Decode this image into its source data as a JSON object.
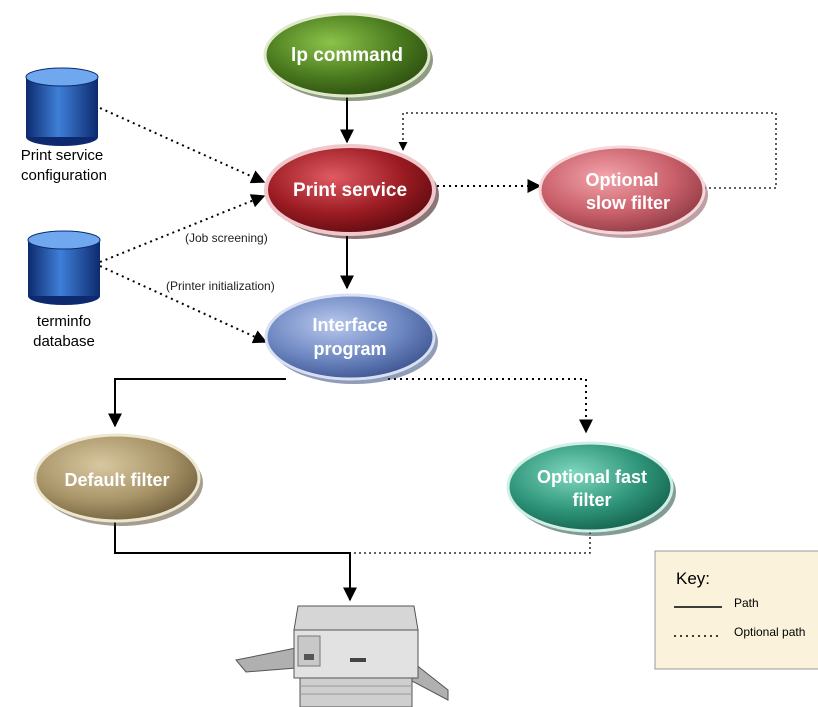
{
  "nodes": {
    "lp_command": {
      "label": "lp command",
      "color": "#4a7a1e"
    },
    "print_service": {
      "label": "Print service",
      "color": "#9b1b22"
    },
    "optional_slow_filter": {
      "line1": "Optional",
      "line2": "slow filter",
      "color": "#c9606a"
    },
    "interface_program": {
      "line1": "Interface",
      "line2": "program",
      "color": "#6c86c0"
    },
    "default_filter": {
      "label": "Default filter",
      "color": "#a89468"
    },
    "optional_fast_filter": {
      "line1": "Optional fast",
      "line2": "filter",
      "color": "#2e9479"
    }
  },
  "databases": {
    "print_service_config": {
      "line1": "Print service",
      "line2": "configuration"
    },
    "terminfo": {
      "line1": "terminfo",
      "line2": "database"
    }
  },
  "edge_labels": {
    "job_screening": "(Job screening)",
    "printer_init": "(Printer initialization)"
  },
  "key": {
    "title": "Key:",
    "path": "Path",
    "optional_path": "Optional path"
  }
}
